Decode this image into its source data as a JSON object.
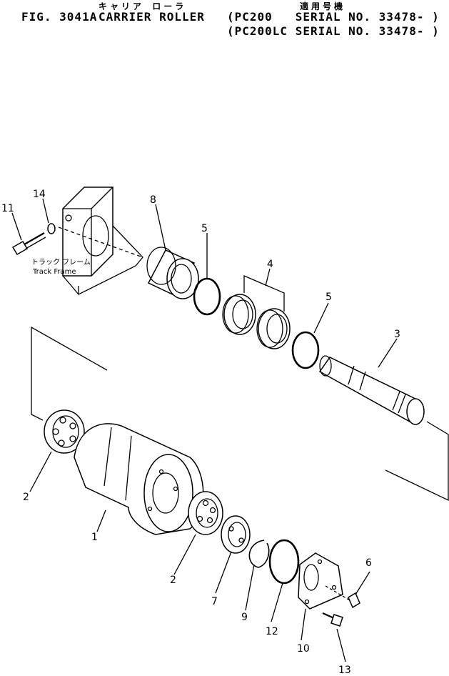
{
  "header": {
    "jp_title": "キャリア ローラ",
    "jp_applicable": "適用号機",
    "fig_no": "FIG. 3041A",
    "title": "CARRIER ROLLER",
    "serial_line_1": "(PC200   SERIAL NO. 33478- )",
    "serial_line_2": "(PC200LC SERIAL NO. 33478- )"
  },
  "frame_label_jp": "トラック フレーム",
  "frame_label_en": "Track Frame",
  "callouts": [
    "1",
    "2",
    "2",
    "3",
    "4",
    "5",
    "5",
    "6",
    "7",
    "8",
    "9",
    "10",
    "11",
    "12",
    "13",
    "14"
  ]
}
